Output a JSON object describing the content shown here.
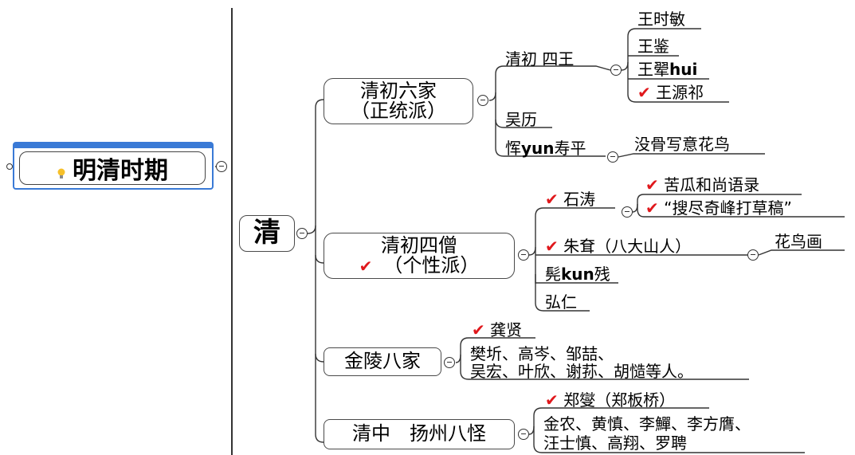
{
  "root": {
    "label": "明清时期"
  },
  "qing": {
    "label": "清"
  },
  "groups": {
    "liujia": {
      "line1": "清初六家",
      "line2": "（正统派）",
      "sub1": "清初 四王",
      "sub1_items": [
        "王时敏",
        "王鉴",
        "王翚",
        "hui",
        "王源祁"
      ],
      "sub2": "吴历",
      "sub3": "恽",
      "sub3b": "yun",
      "sub3c": "寿平",
      "sub3_item": "没骨写意花鸟"
    },
    "siseng": {
      "line1": "清初四僧",
      "line2": "（个性派）",
      "sub1": "石涛",
      "sub1_items": [
        "苦瓜和尚语录",
        "“搜尽奇峰打草稿”"
      ],
      "sub2": "朱耷（八大山人）",
      "sub2_item": "花鸟画",
      "sub3": "髡",
      "sub3b": "kun",
      "sub3c": "残",
      "sub4": "弘仁"
    },
    "jinling": {
      "label": "金陵八家",
      "item1": "龚贤",
      "item2_line1": "樊圻、高岑、邹喆、",
      "item2_line2": "吴宏、叶欣、谢荪、胡慥等人。"
    },
    "yangzhou": {
      "label": "清中　扬州八怪",
      "item1": "郑燮（郑板桥）",
      "item2_line1": "金农、黄慎、李鱓、李方膺、",
      "item2_line2": "汪士慎、高翔、罗聘"
    }
  },
  "colors": {
    "check": "#e0181c",
    "root_border": "#3a7ad6",
    "line": "#333333"
  },
  "icons": {
    "check": "✔",
    "bulb": "bulb-icon"
  }
}
